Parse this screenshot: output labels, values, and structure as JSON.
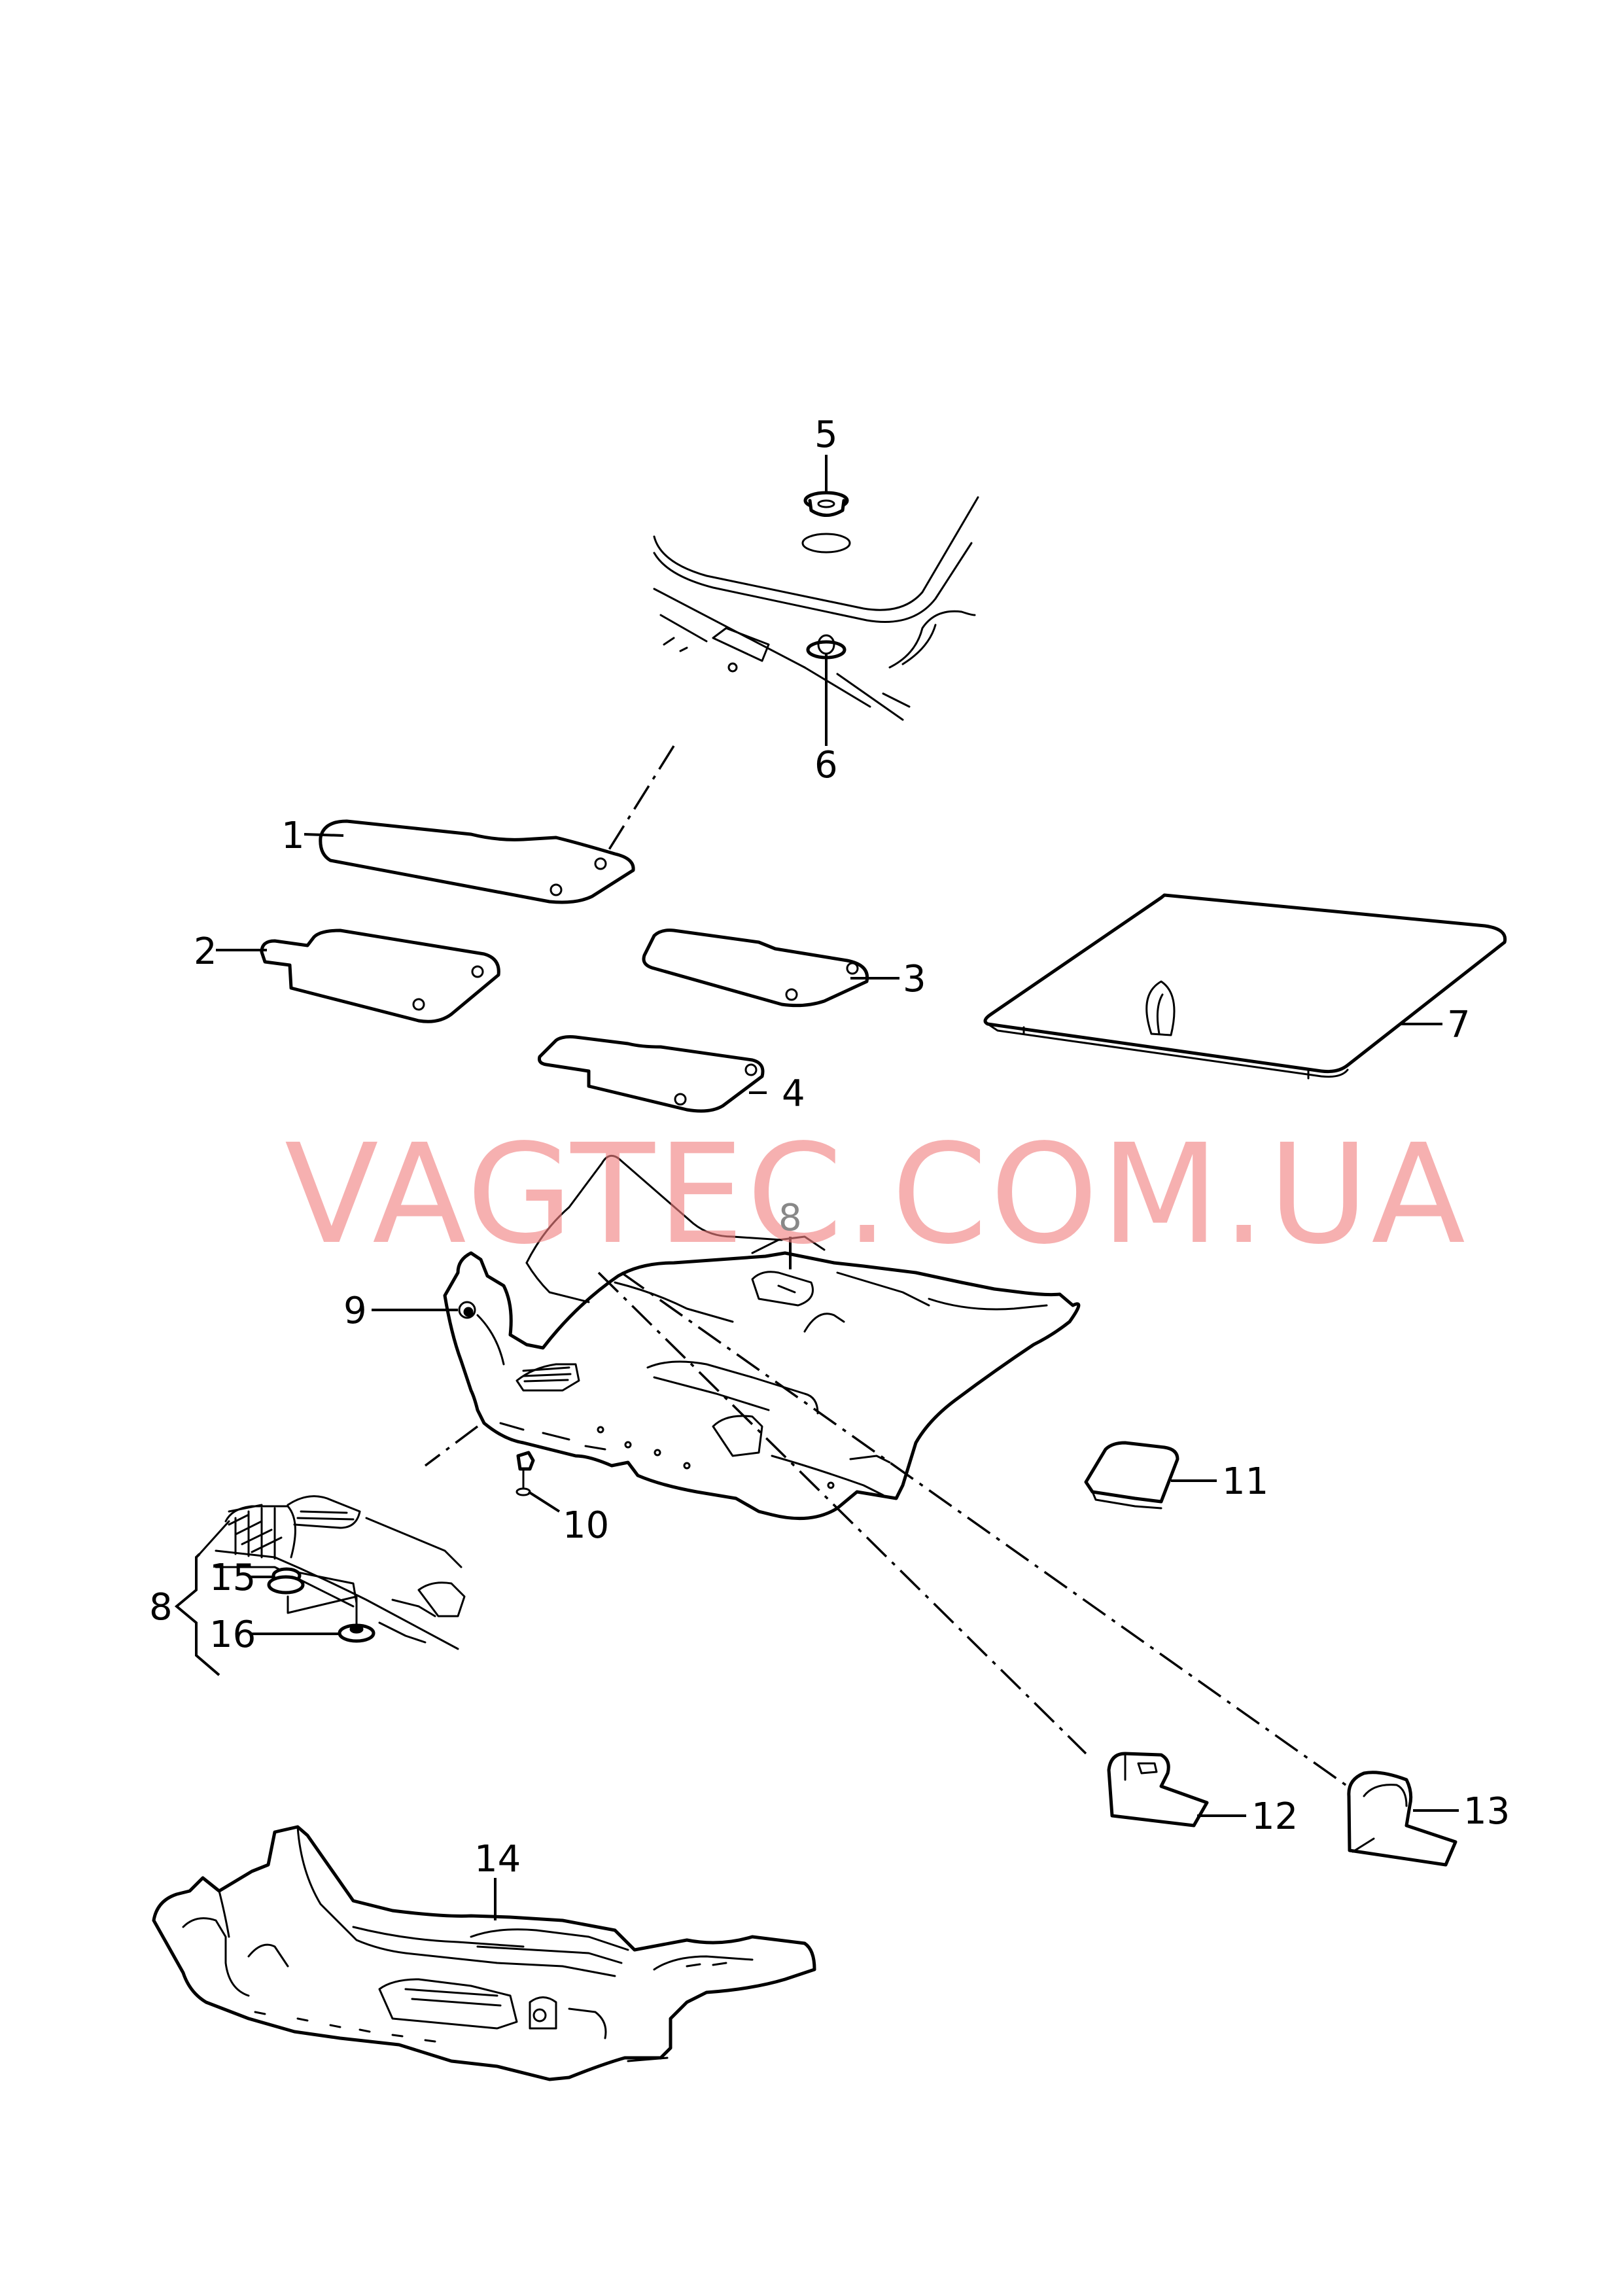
{
  "watermark": "VAGTEC.COM.UA",
  "callouts": {
    "c1": "1",
    "c2": "2",
    "c3": "3",
    "c4": "4",
    "c5": "5",
    "c6": "6",
    "c7": "7",
    "c8_main": "8",
    "c8_detail": "8",
    "c9": "9",
    "c10": "10",
    "c11": "11",
    "c12": "12",
    "c13": "13",
    "c14": "14",
    "c15": "15",
    "c16": "16"
  },
  "colors": {
    "ink": "#000000",
    "watermark": "#f08080",
    "background": "#ffffff"
  }
}
